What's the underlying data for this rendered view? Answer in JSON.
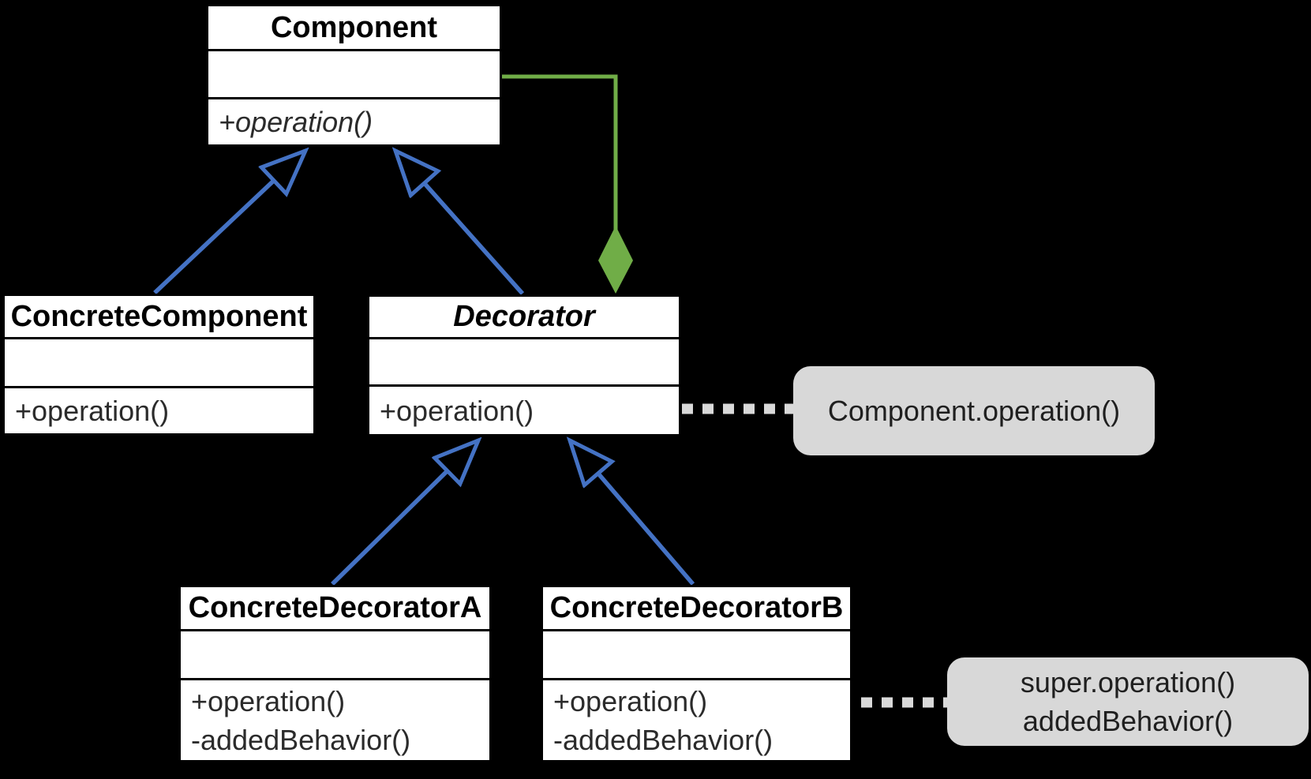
{
  "diagram": {
    "kind": "uml-class-diagram",
    "pattern": "Decorator",
    "colors": {
      "inheritance_arrow": "#4472c4",
      "aggregation_connector": "#70ad47",
      "note_fill": "#d8d8d8",
      "note_connector": "#d9d9d9",
      "class_box_fill": "#ffffff",
      "class_box_border": "#000000",
      "background": "#000000"
    },
    "classes": {
      "component": {
        "name": "Component",
        "operations": [
          "+operation()"
        ]
      },
      "concrete_component": {
        "name": "ConcreteComponent",
        "operations": [
          "+operation()"
        ]
      },
      "decorator": {
        "name": "Decorator",
        "operations": [
          "+operation()"
        ]
      },
      "concrete_decorator_a": {
        "name": "ConcreteDecoratorA",
        "operations": [
          "+operation()",
          "-addedBehavior()"
        ]
      },
      "concrete_decorator_b": {
        "name": "ConcreteDecoratorB",
        "operations": [
          "+operation()",
          "-addedBehavior()"
        ]
      }
    },
    "notes": {
      "decorator_note": {
        "lines": [
          "Component.operation()"
        ]
      },
      "decorator_b_note": {
        "lines": [
          "super.operation()",
          "addedBehavior()"
        ]
      }
    }
  }
}
